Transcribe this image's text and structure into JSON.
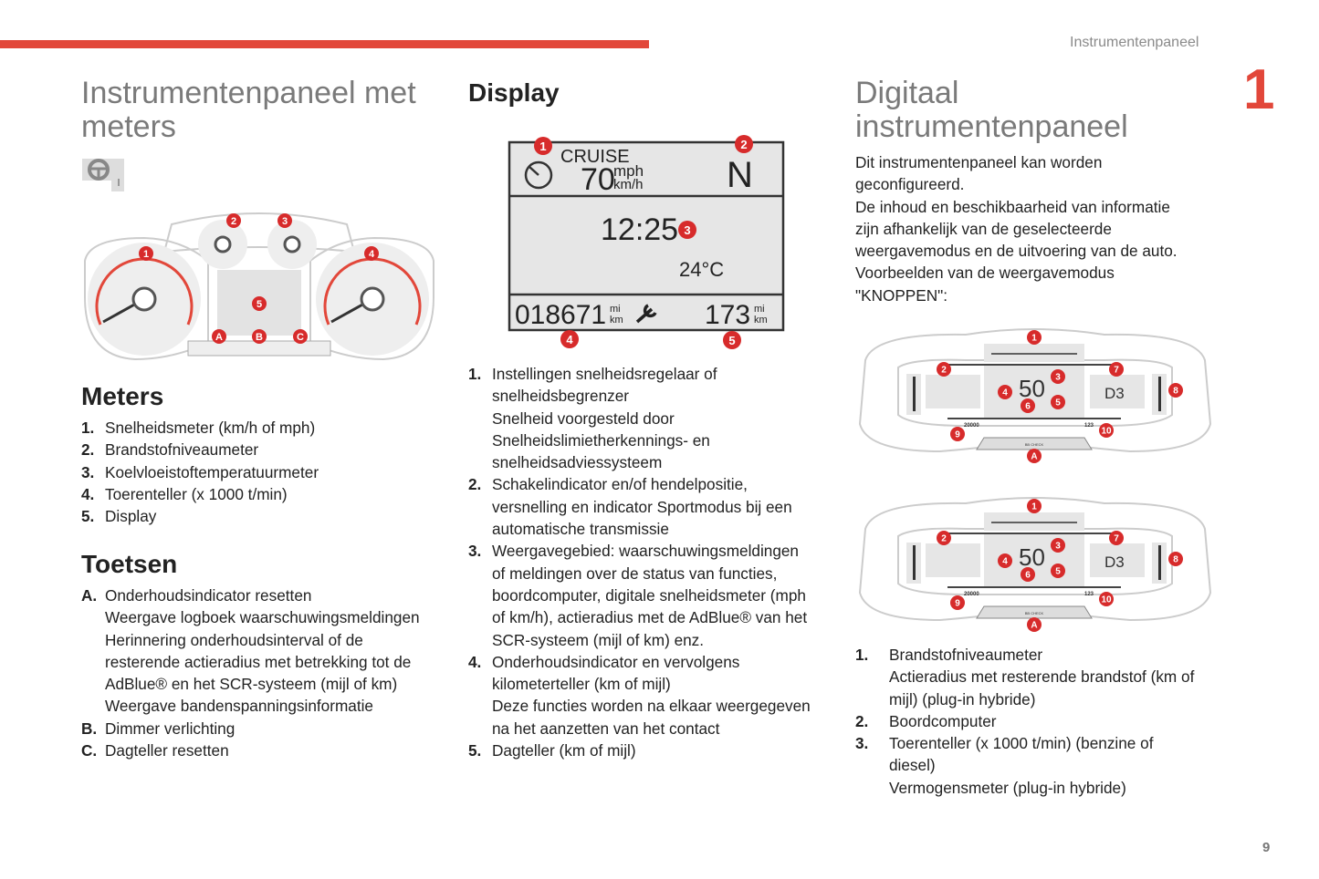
{
  "header": {
    "running_title": "Instrumentenpaneel",
    "chapter": "1",
    "page_number": "9"
  },
  "left": {
    "title_lines": [
      "Instrumentenpaneel met",
      "meters"
    ],
    "cluster_badges": [
      "1",
      "2",
      "3",
      "4",
      "5",
      "A",
      "B",
      "C"
    ],
    "meters_heading": "Meters",
    "meters": [
      {
        "num": "1.",
        "lines": [
          "Snelheidsmeter (km/h of mph)"
        ]
      },
      {
        "num": "2.",
        "lines": [
          "Brandstofniveaumeter"
        ]
      },
      {
        "num": "3.",
        "lines": [
          "Koelvloeistoftemperatuurmeter"
        ]
      },
      {
        "num": "4.",
        "lines": [
          "Toerenteller (x 1000 t/min)"
        ]
      },
      {
        "num": "5.",
        "lines": [
          "Display"
        ]
      }
    ],
    "keys_heading": "Toetsen",
    "keys": [
      {
        "num": "A.",
        "lines": [
          "Onderhoudsindicator resetten",
          "Weergave logboek waarschuwingsmeldingen",
          "Herinnering onderhoudsinterval of de",
          "resterende actieradius met betrekking tot de",
          "AdBlue® en het SCR-systeem (mijl of km)",
          "Weergave bandenspanningsinformatie"
        ]
      },
      {
        "num": "B.",
        "lines": [
          "Dimmer verlichting"
        ]
      },
      {
        "num": "C.",
        "lines": [
          "Dagteller resetten"
        ]
      }
    ]
  },
  "middle": {
    "title": "Display",
    "display": {
      "cruise": "CRUISE",
      "speed": "70",
      "unit_top": "mph",
      "unit_bottom": "km/h",
      "gear": "N",
      "time": "12:25",
      "temp": "24°C",
      "odometer": "018671",
      "trip": "173",
      "mi": "mi",
      "km": "km",
      "badges": [
        "1",
        "2",
        "3",
        "4",
        "5"
      ]
    },
    "items": [
      {
        "num": "1.",
        "lines": [
          "Instellingen snelheidsregelaar of",
          "snelheidsbegrenzer",
          "Snelheid voorgesteld door",
          "Snelheidslimietherkennings- en",
          "snelheidsadviessysteem"
        ]
      },
      {
        "num": "2.",
        "lines": [
          "Schakelindicator en/of hendelpositie,",
          "versnelling en indicator Sportmodus bij een",
          "automatische transmissie"
        ]
      },
      {
        "num": "3.",
        "lines": [
          "Weergavegebied: waarschuwingsmeldingen",
          "of meldingen over de status van functies,",
          "boordcomputer, digitale snelheidsmeter (mph",
          "of km/h), actieradius met de AdBlue® van het",
          "SCR-systeem (mijl of km) enz."
        ]
      },
      {
        "num": "4.",
        "lines": [
          "Onderhoudsindicator en vervolgens",
          "kilometerteller (km of mijl)",
          "Deze functies worden na elkaar weergegeven",
          "na het aanzetten van het contact"
        ]
      },
      {
        "num": "5.",
        "lines": [
          "Dagteller (km of mijl)"
        ]
      }
    ]
  },
  "right": {
    "title_lines": [
      "Digitaal",
      "instrumentenpaneel"
    ],
    "intro_lines": [
      "Dit instrumentenpaneel kan worden",
      "geconfigureerd.",
      "De inhoud en beschikbaarheid van informatie",
      "zijn afhankelijk van de geselecteerde",
      "weergavemodus en de uitvoering van de auto.",
      "Voorbeelden van de weergavemodus",
      "\"KNOPPEN\":"
    ],
    "digital": {
      "speed": "50",
      "gear": "D3",
      "odometer": "20000",
      "trip": "123",
      "check": "BB CHECK",
      "badges": [
        "1",
        "2",
        "3",
        "4",
        "5",
        "6",
        "7",
        "8",
        "9",
        "10",
        "A"
      ]
    },
    "items": [
      {
        "num": "1.",
        "lines": [
          "Brandstofniveaumeter",
          "Actieradius met resterende brandstof (km of",
          "mijl) (plug-in hybride)"
        ]
      },
      {
        "num": "2.",
        "lines": [
          "Boordcomputer"
        ]
      },
      {
        "num": "3.",
        "lines": [
          "Toerenteller (x 1000 t/min) (benzine of",
          "diesel)",
          "Vermogensmeter (plug-in hybride)"
        ]
      }
    ]
  },
  "colors": {
    "accent": "#e2473a",
    "title_gray": "#7a7a7a",
    "badge": "#d72b2b"
  }
}
